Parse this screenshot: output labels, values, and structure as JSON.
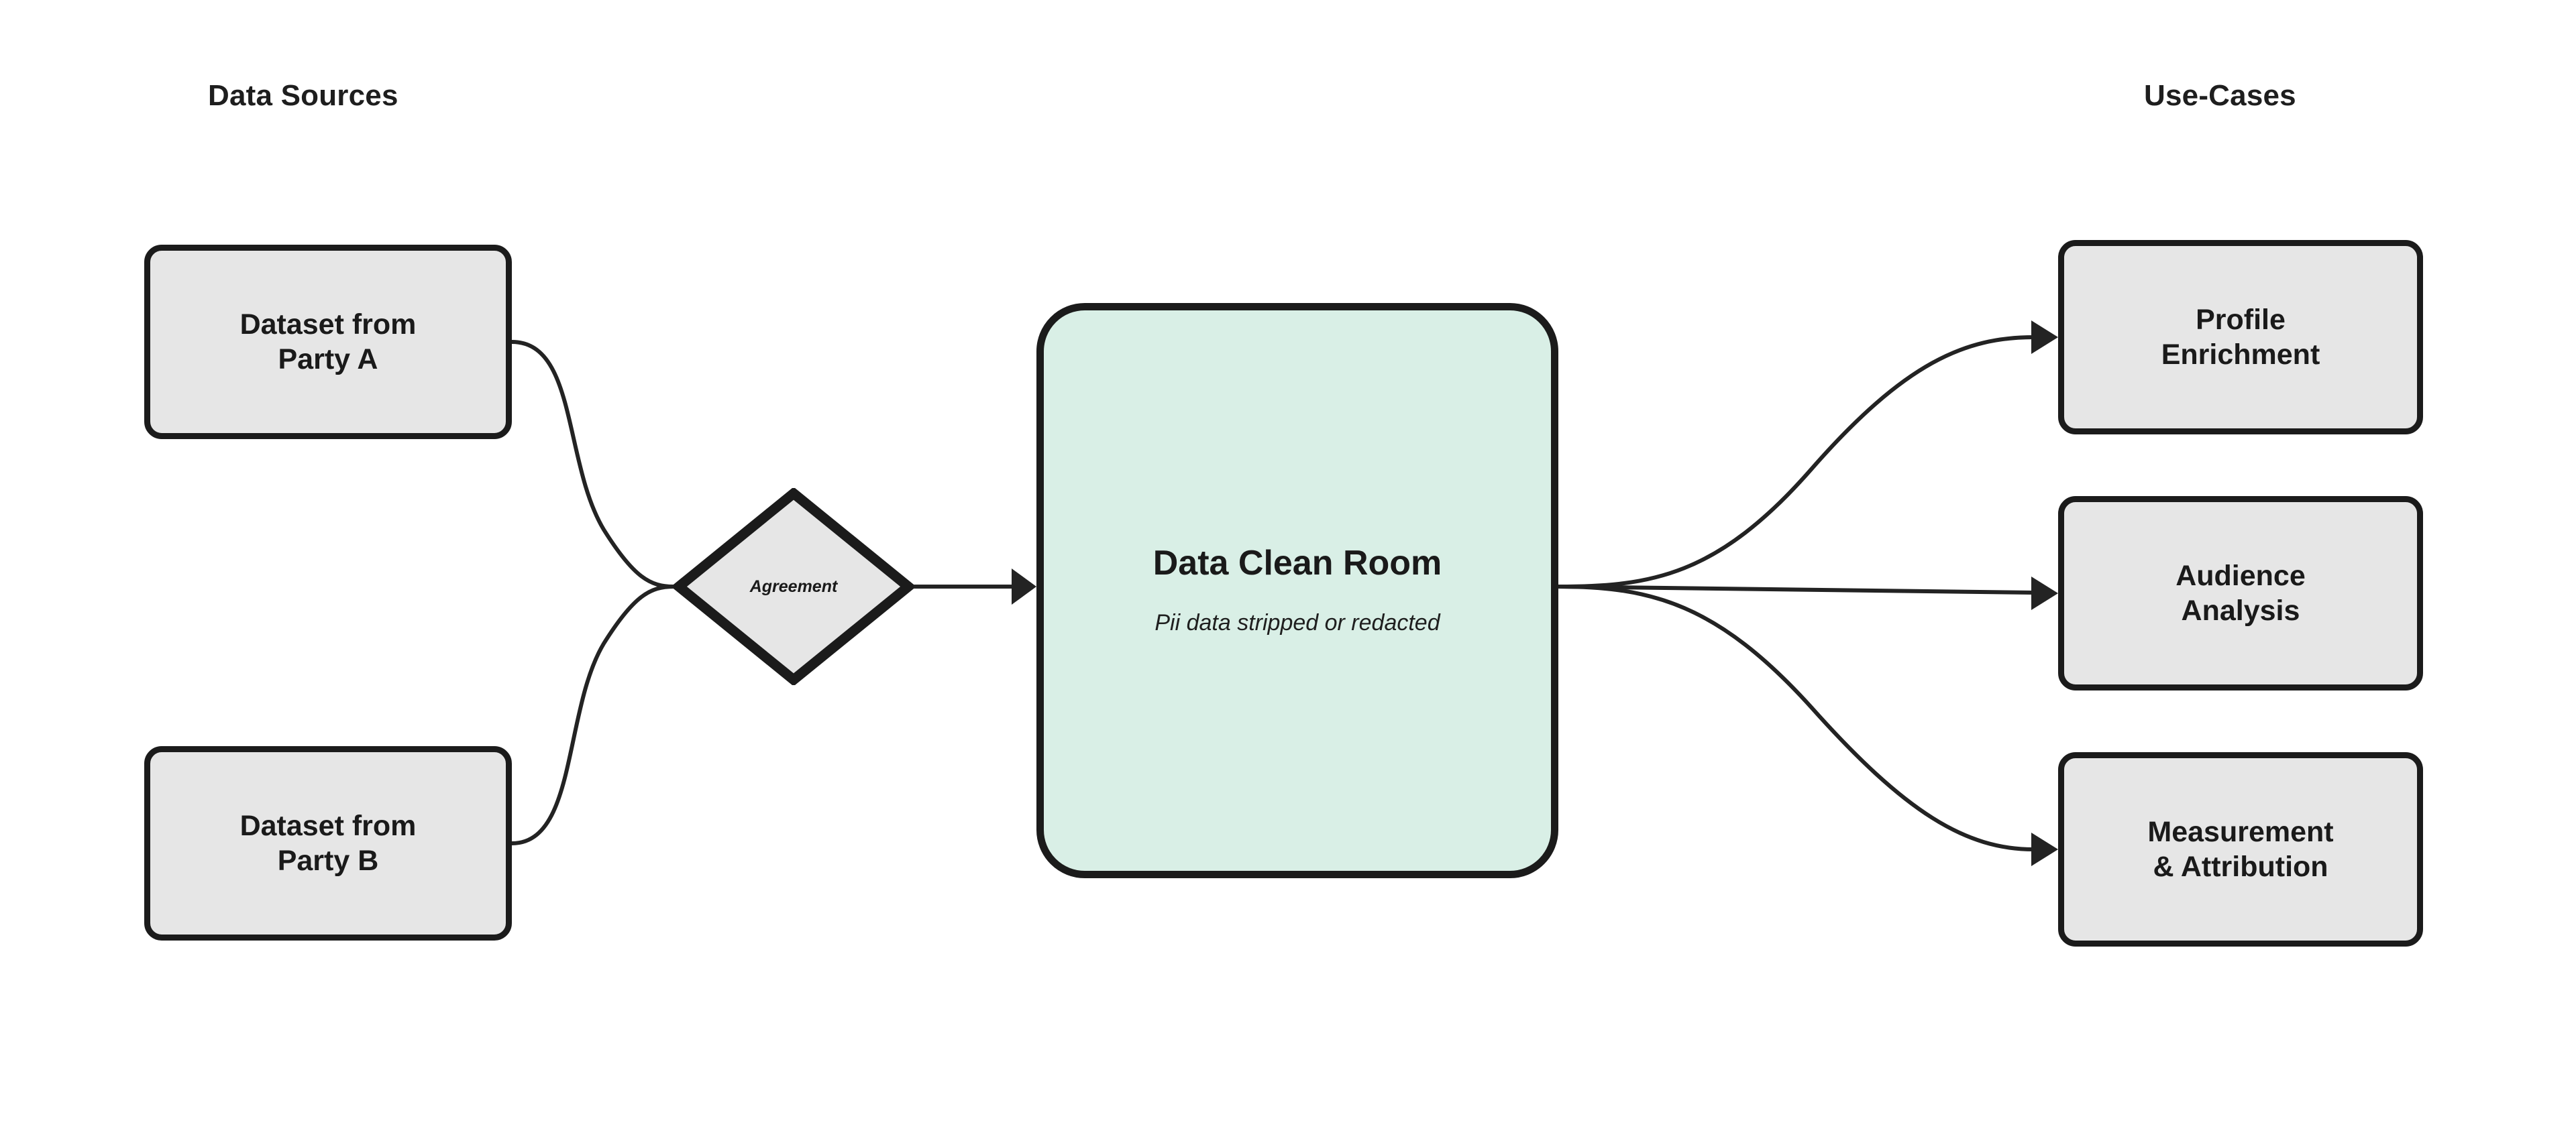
{
  "columns": {
    "left_heading": "Data Sources",
    "right_heading": "Use-Cases"
  },
  "nodes": {
    "party_a": {
      "label": "Dataset from\nParty A"
    },
    "party_b": {
      "label": "Dataset from\nParty B"
    },
    "agreement": {
      "label": "Agreement"
    },
    "clean_room": {
      "title": "Data Clean Room",
      "subtitle": "Pii data stripped or redacted"
    },
    "profile_enrichment": {
      "label": "Profile\nEnrichment"
    },
    "audience_analysis": {
      "label": "Audience\nAnalysis"
    },
    "measurement_attribution": {
      "label": "Measurement\n& Attribution"
    }
  },
  "edges": [
    {
      "id": "party-a-to-agreement",
      "from": "party_a",
      "to": "agreement",
      "arrowhead": false,
      "style": "curve"
    },
    {
      "id": "party-b-to-agreement",
      "from": "party_b",
      "to": "agreement",
      "arrowhead": false,
      "style": "curve"
    },
    {
      "id": "agreement-to-clean-room",
      "from": "agreement",
      "to": "clean_room",
      "arrowhead": true,
      "style": "straight"
    },
    {
      "id": "clean-room-to-profile-enrichment",
      "from": "clean_room",
      "to": "profile_enrichment",
      "arrowhead": true,
      "style": "curve"
    },
    {
      "id": "clean-room-to-audience-analysis",
      "from": "clean_room",
      "to": "audience_analysis",
      "arrowhead": true,
      "style": "straight"
    },
    {
      "id": "clean-room-to-measurement-attribution",
      "from": "clean_room",
      "to": "measurement_attribution",
      "arrowhead": true,
      "style": "curve"
    }
  ],
  "colors": {
    "background": "#ffffff",
    "node_fill": "#e6e6e6",
    "clean_room_fill": "#d9efe6",
    "stroke": "#1b1b1b",
    "edge": "#232323",
    "text": "#1a1a1a"
  }
}
